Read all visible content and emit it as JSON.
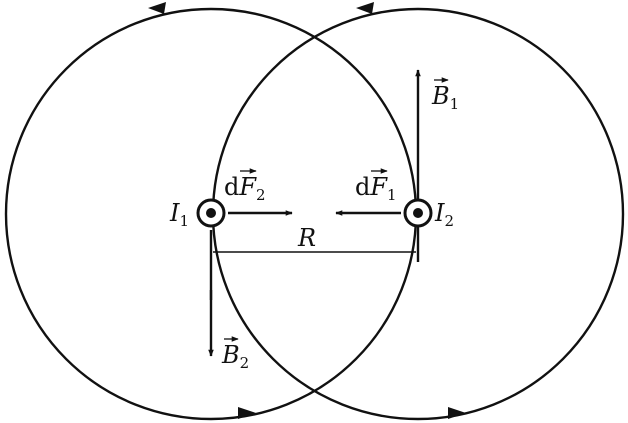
{
  "colors": {
    "ink": "#111111",
    "background": "#ffffff"
  },
  "wires": [
    {
      "label": "I",
      "subscript": "1",
      "direction": "out-of-page"
    },
    {
      "label": "I",
      "subscript": "2",
      "direction": "out-of-page"
    }
  ],
  "field_circles": [
    {
      "around": "I1",
      "circulation": "counterclockwise"
    },
    {
      "around": "I2",
      "circulation": "counterclockwise"
    }
  ],
  "vectors": {
    "dF2": {
      "prefix": "d",
      "symbol": "F",
      "subscript": "2",
      "direction": "right"
    },
    "dF1": {
      "prefix": "d",
      "symbol": "F",
      "subscript": "1",
      "direction": "left"
    },
    "B1": {
      "symbol": "B",
      "subscript": "1",
      "direction": "up"
    },
    "B2": {
      "symbol": "B",
      "subscript": "2",
      "direction": "down"
    }
  },
  "separation": {
    "label": "R"
  }
}
